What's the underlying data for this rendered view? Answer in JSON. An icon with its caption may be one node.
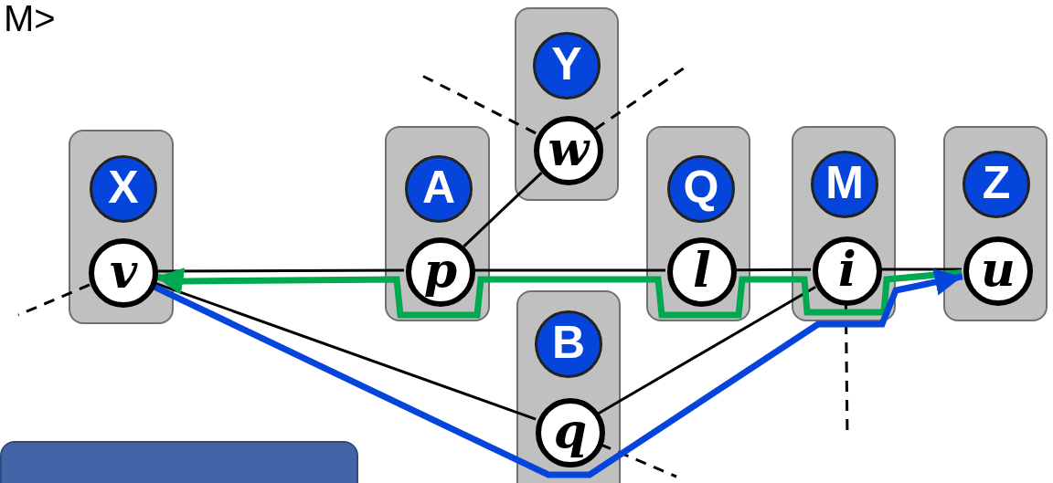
{
  "diagram": {
    "nodes": [
      {
        "text": [],
        "shape": "box"
      },
      {
        "text": [
          "X"
        ],
        "in": 0
      },
      {
        "text": [
          "v"
        ],
        "in": 0
      },
      {
        "text": [],
        "shape": "box"
      },
      {
        "text": [
          "A"
        ],
        "in": 3
      },
      {
        "text": [
          "p"
        ],
        "in": 3
      },
      {
        "text": [],
        "shape": "box"
      },
      {
        "text": [
          "Y"
        ],
        "in": 6
      },
      {
        "text": [
          "w"
        ],
        "in": 6
      },
      {
        "text": [],
        "shape": "box"
      },
      {
        "text": [
          "B"
        ],
        "in": 9
      },
      {
        "text": [
          "q"
        ],
        "in": 9
      },
      {
        "text": [],
        "shape": "box"
      },
      {
        "text": [
          "Q"
        ],
        "in": 12
      },
      {
        "text": [
          "l"
        ],
        "in": 12
      },
      {
        "text": [],
        "shape": "box"
      },
      {
        "text": [
          "M"
        ],
        "in": 15
      },
      {
        "text": [
          "i"
        ],
        "in": 15
      },
      {
        "text": [],
        "shape": "box"
      },
      {
        "text": [
          "Z"
        ],
        "in": 18
      },
      {
        "text": [
          "u"
        ],
        "in": 18
      },
      {
        "text": [],
        "shape": "box"
      }
    ],
    "edges": [
      {
        "from": 2,
        "to": 5,
        "arrow": "none"
      },
      {
        "from": 5,
        "to": 14,
        "arrow": "none"
      },
      {
        "from": 14,
        "to": 17,
        "arrow": "none"
      },
      {
        "from": 17,
        "to": 20,
        "arrow": "none"
      },
      {
        "from": 5,
        "to": 8,
        "arrow": "none"
      },
      {
        "from": 2,
        "to": 11,
        "arrow": "none"
      },
      {
        "from": 11,
        "to": 17,
        "arrow": "none"
      },
      {
        "from": 2,
        "to": null,
        "arrow": "none",
        "style": "dashed"
      },
      {
        "from": 8,
        "to": null,
        "arrow": "none",
        "style": "dashed"
      },
      {
        "from": 8,
        "to": null,
        "arrow": "none",
        "style": "dashed"
      },
      {
        "from": 11,
        "to": null,
        "arrow": "none",
        "style": "dashed"
      },
      {
        "from": 17,
        "to": null,
        "arrow": "none",
        "style": "dashed"
      },
      {
        "from": 20,
        "to": 2,
        "arrow": "to",
        "style": "thick",
        "color": "#00a84f"
      },
      {
        "from": 2,
        "to": 20,
        "arrow": "to",
        "style": "thick",
        "color": "#0645dc"
      }
    ],
    "labels": [
      "M>"
    ]
  }
}
